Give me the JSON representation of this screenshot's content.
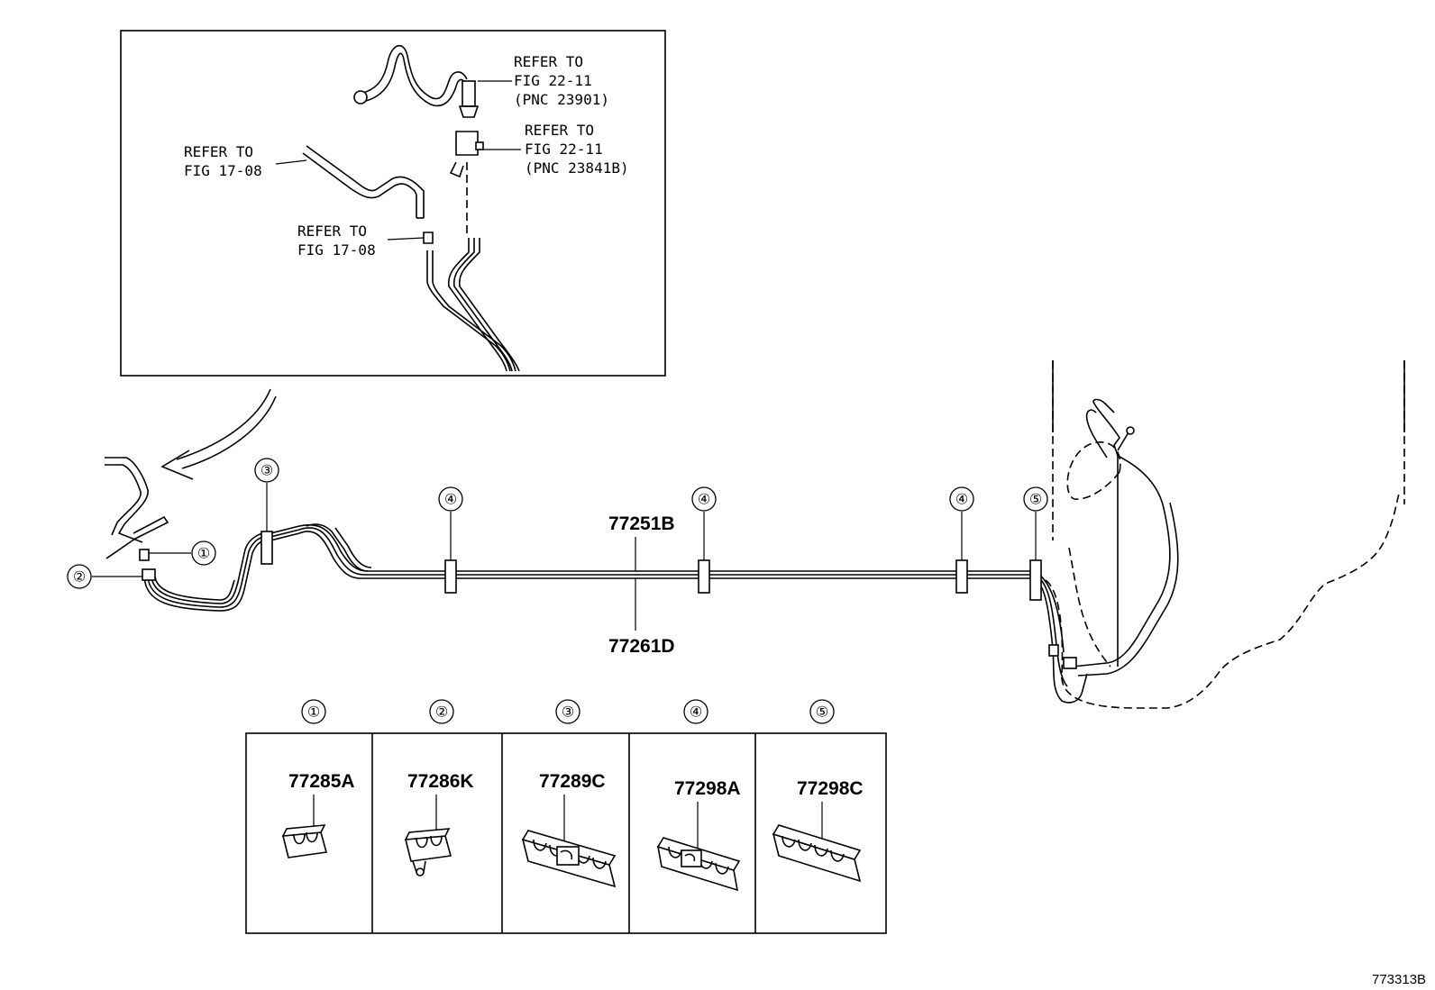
{
  "inset": {
    "refs": [
      {
        "lines": [
          "REFER TO",
          "FIG 22-11",
          "(PNC 23901)"
        ]
      },
      {
        "lines": [
          "REFER TO",
          "FIG 22-11",
          "(PNC 23841B)"
        ]
      },
      {
        "lines": [
          "REFER TO",
          "FIG 17-08"
        ]
      },
      {
        "lines": [
          "REFER TO",
          "FIG 17-08"
        ]
      }
    ]
  },
  "main": {
    "part_top": "77251B",
    "part_bottom": "77261D",
    "callouts": [
      "①",
      "②",
      "③",
      "④",
      "④",
      "④",
      "⑤"
    ]
  },
  "clamps": [
    {
      "num": "①",
      "part": "77285A"
    },
    {
      "num": "②",
      "part": "77286K"
    },
    {
      "num": "③",
      "part": "77289C"
    },
    {
      "num": "④",
      "part": "77298A"
    },
    {
      "num": "⑤",
      "part": "77298C"
    }
  ],
  "figure_id": "773313B"
}
